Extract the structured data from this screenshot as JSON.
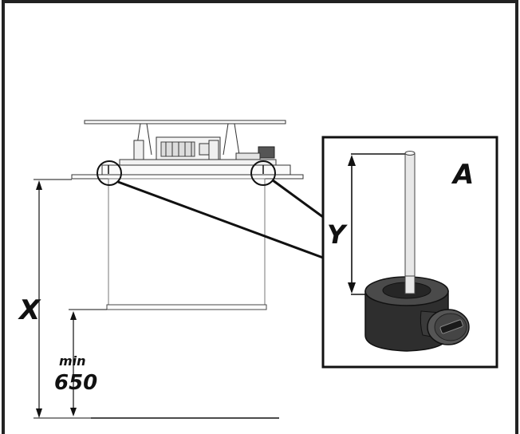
{
  "labels": {
    "x": "X",
    "y": "Y",
    "detail": "A",
    "min_word": "min",
    "min_value": "650"
  },
  "colors": {
    "frame": "#222222",
    "line": "#111111",
    "part_dark": "#3a3a3a",
    "pin": "#e6e6e6"
  }
}
